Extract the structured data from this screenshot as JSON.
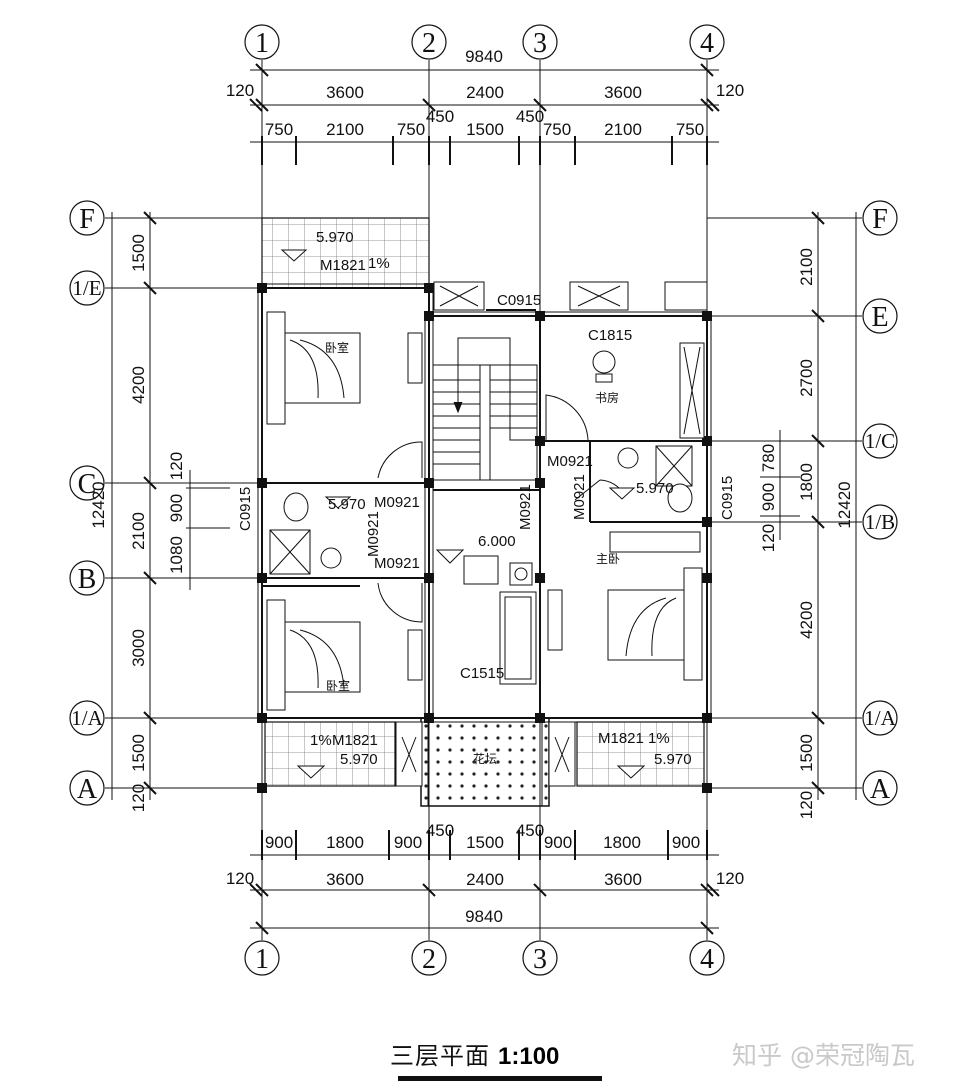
{
  "axes": {
    "vertical": [
      "1",
      "2",
      "3",
      "4"
    ],
    "horizontal": {
      "F": "F",
      "E1": "1/E",
      "E": "E",
      "C1": "1/C",
      "C": "C",
      "B1": "1/B",
      "B": "B",
      "A1": "1/A",
      "A": "A"
    }
  },
  "dims": {
    "top": {
      "total": "9840",
      "left_ext": "120",
      "right_ext": "120",
      "row1": [
        "3600",
        "2400",
        "3600"
      ],
      "row2": [
        "750",
        "2100",
        "750",
        "450",
        "1500",
        "450",
        "750",
        "2100",
        "750"
      ]
    },
    "bottom": {
      "total": "9840",
      "left_ext": "120",
      "right_ext": "120",
      "row1": [
        "3600",
        "2400",
        "3600"
      ],
      "row2": [
        "900",
        "1800",
        "900",
        "450",
        "1500",
        "450",
        "900",
        "1800",
        "900"
      ]
    },
    "left": {
      "total": "12420",
      "segs": [
        "1500",
        "4200",
        "2100",
        "3000",
        "1500",
        "120"
      ],
      "inner": [
        "120",
        "900",
        "1080"
      ]
    },
    "right": {
      "total": "12420",
      "segs": [
        "2100",
        "2700",
        "1800",
        "4200",
        "1500",
        "120"
      ],
      "inner": [
        "780",
        "900",
        "120"
      ]
    }
  },
  "rooms": {
    "bedroom_nw": "卧室",
    "study": "书房",
    "master": "主卧",
    "bedroom_sw": "卧室",
    "planter": "花坛"
  },
  "labels": {
    "lv_nw": "5.970",
    "m_nw": "M1821",
    "slope_nw": "1%",
    "c_top": "C0915",
    "c1815": "C1815",
    "m0921_a": "M0921",
    "m0921_b": "M0921",
    "m0921_c": "M0921",
    "m0921_d": "M0921",
    "m0921_e": "M0921",
    "m0921_f": "M0921",
    "lv_bath_w": "5.970",
    "lv_bath_e": "5.970",
    "c0915_w": "C0915",
    "c0915_e": "C0915",
    "lv_living": "6.000",
    "c1515": "C1515",
    "m_sw": "M1821",
    "slope_sw": "1%",
    "lv_sw": "5.970",
    "m_se": "M1821",
    "slope_se": "1%",
    "lv_se": "5.970"
  },
  "title": {
    "text": "三层平面",
    "scale": "1:100"
  },
  "watermark": "知乎 @荣冠陶瓦"
}
